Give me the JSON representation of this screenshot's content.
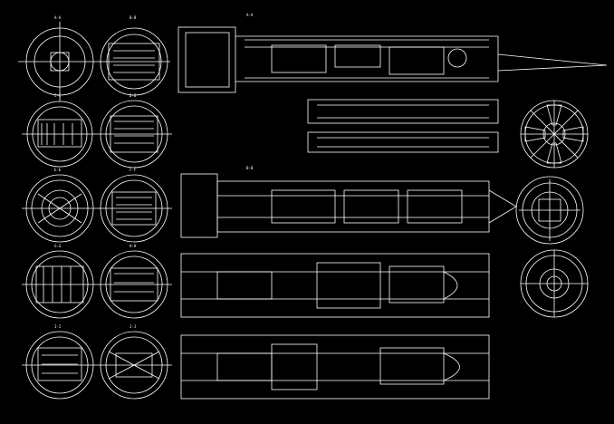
{
  "drawing": {
    "background": "#000000",
    "line_color": "#ffffff",
    "views": {
      "row1_left": "A-A",
      "row1_right": "B-B",
      "row2_left": "C-C",
      "row2_right": "D-D",
      "row3_left": "E-E",
      "row3_right": "F-F",
      "row4_left": "G-G",
      "row4_right": "H-H",
      "row5_left": "I-I",
      "row5_right": "J-J",
      "elev1": "A-A",
      "elev2": "B-B"
    }
  }
}
